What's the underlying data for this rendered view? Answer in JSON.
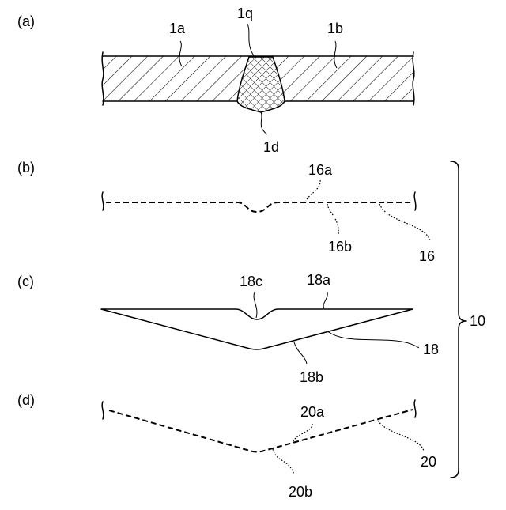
{
  "panels": {
    "a": {
      "label": "(a)",
      "refs": {
        "left_plate": "1a",
        "weld_top": "1q",
        "right_plate": "1b",
        "weld_bottom": "1d"
      }
    },
    "b": {
      "label": "(b)",
      "refs": {
        "upper": "16a",
        "lower": "16b",
        "line": "16"
      }
    },
    "c": {
      "label": "(c)",
      "refs": {
        "notch": "18c",
        "top": "18a",
        "bottom": "18b",
        "body": "18"
      }
    },
    "d": {
      "label": "(d)",
      "refs": {
        "upper": "20a",
        "lower": "20b",
        "line": "20"
      }
    }
  },
  "group_label": "10"
}
